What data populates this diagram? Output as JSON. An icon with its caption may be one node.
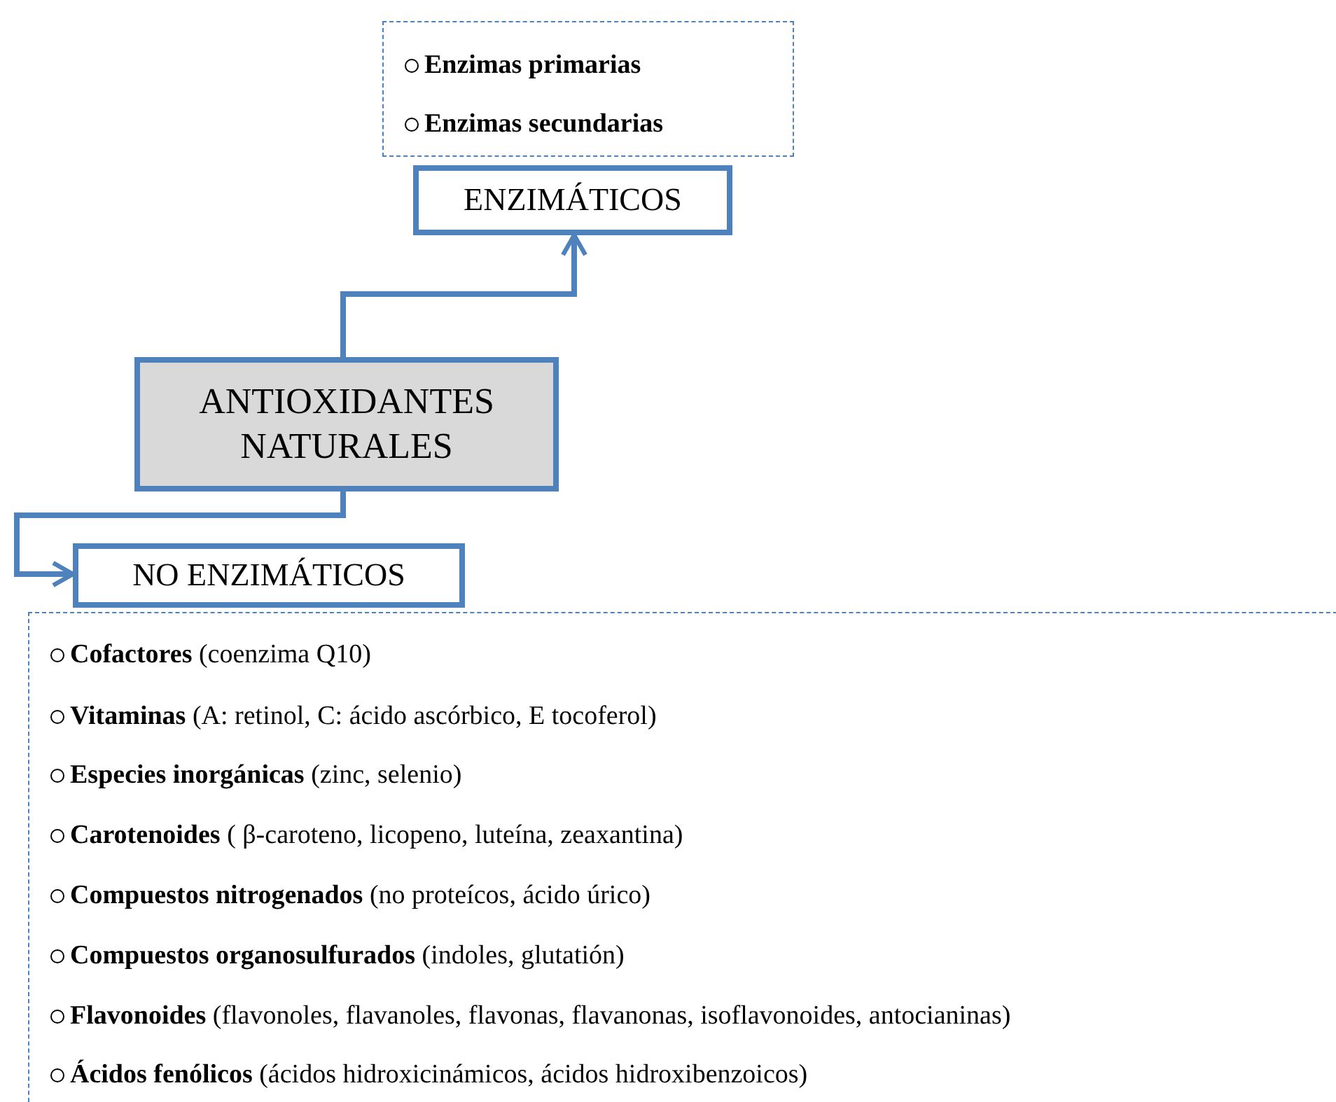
{
  "diagram": {
    "nodes": [
      {
        "text": [
          "**Enzimas primarias**",
          "**Enzimas secundarias**"
        ]
      },
      {
        "text": [
          "ENZIMÁTICOS"
        ]
      },
      {
        "text": [
          "ANTIOXIDANTES NATURALES"
        ]
      },
      {
        "text": [
          "NO ENZIMÁTICOS"
        ]
      },
      {
        "text": [
          "**Cofactores**  (coenzima Q10)",
          "**Vitaminas**  (A: retinol, C: ácido ascórbico, E tocoferol)",
          "**Especies inorgánicas**  (zinc, selenio)",
          "**Carotenoides** ( β-caroteno,  licopeno, luteína, zeaxantina)",
          "**Compuestos nitrogenados** (no proteícos, ácido úrico)",
          "**Compuestos organosulfurados** (indoles, glutatión)",
          "**Flavonoides** (flavonoles, flavanoles, flavonas, flavanonas, isoflavonoides, antocianinas)",
          "**Ácidos fenólicos** (ácidos hidroxicinámicos, ácidos hidroxibenzoicos)"
        ]
      }
    ],
    "edges": [
      {
        "from": 2,
        "to": 1,
        "arrow": "to"
      },
      {
        "from": 2,
        "to": 3,
        "arrow": "to"
      }
    ]
  }
}
